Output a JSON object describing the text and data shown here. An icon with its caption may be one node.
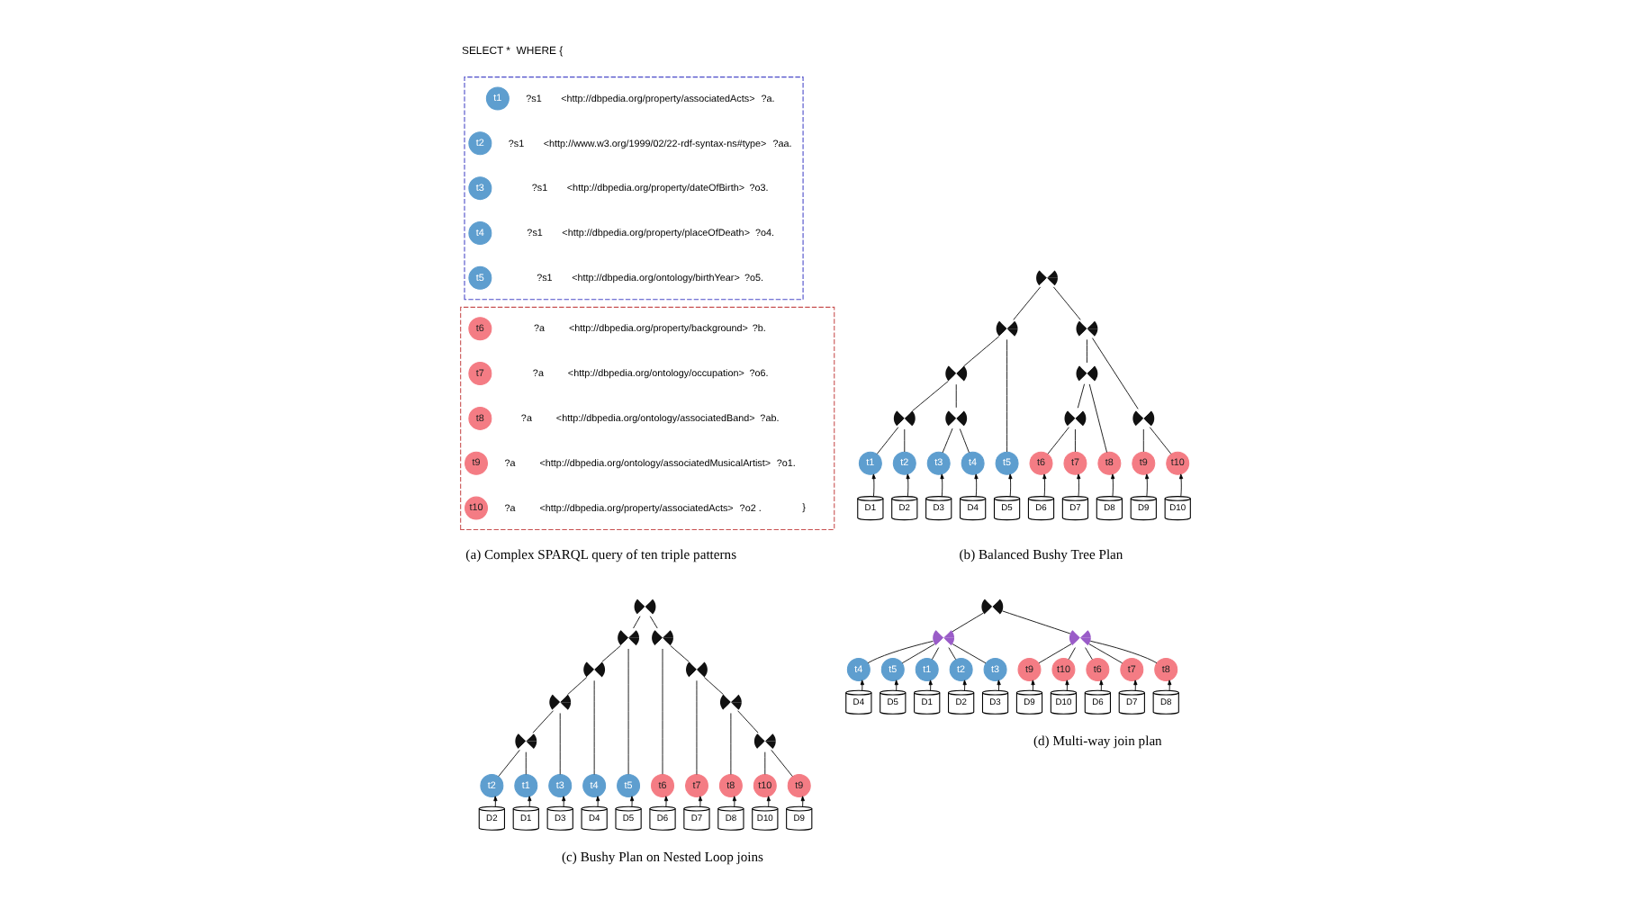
{
  "diagram": {
    "nodes": [
      {
        "text": [],
        "shape": "box"
      },
      {
        "text": [
          "t1"
        ],
        "in": 0,
        "beside": [
          "?s1",
          "<http://dbpedia.org/property/associatedActs>",
          "?a."
        ]
      },
      {
        "text": [
          "t2"
        ],
        "in": 0,
        "beside": [
          "?s1",
          "<http://www.w3.org/1999/02/22-rdf-syntax-ns#type>",
          "?aa."
        ]
      },
      {
        "text": [
          "t3"
        ],
        "in": 0,
        "beside": [
          "?s1",
          "<http://dbpedia.org/property/dateOfBirth>",
          "?o3."
        ]
      },
      {
        "text": [
          "t4"
        ],
        "in": 0,
        "beside": [
          "?s1",
          "<http://dbpedia.org/property/placeOfDeath>",
          "?o4."
        ]
      },
      {
        "text": [
          "t5"
        ],
        "in": 0,
        "beside": [
          "?s1",
          "<http://dbpedia.org/ontology/birthYear>",
          "?o5."
        ]
      },
      {
        "text": [],
        "shape": "box"
      },
      {
        "text": [
          "t6"
        ],
        "in": 6,
        "beside": [
          "?a",
          "<http://dbpedia.org/property/background>",
          "?b."
        ]
      },
      {
        "text": [
          "t7"
        ],
        "in": 6,
        "beside": [
          "?a",
          "<http://dbpedia.org/ontology/occupation>",
          "?o6."
        ]
      },
      {
        "text": [
          "t8"
        ],
        "in": 6,
        "beside": [
          "?a",
          "<http://dbpedia.org/ontology/associatedBand>",
          "?ab."
        ]
      },
      {
        "text": [
          "t9"
        ],
        "in": 6,
        "beside": [
          "?a",
          "<http://dbpedia.org/ontology/associatedMusicalArtist>",
          "?o1."
        ]
      },
      {
        "text": [
          "t10"
        ],
        "in": 6,
        "beside": [
          "?a",
          "<http://dbpedia.org/property/associatedActs>",
          "?o2 ."
        ]
      },
      {
        "text": [],
        "shape": "bowtie"
      },
      {
        "text": [],
        "shape": "bowtie"
      },
      {
        "text": [],
        "shape": "bowtie"
      },
      {
        "text": [],
        "shape": "bowtie"
      },
      {
        "text": [],
        "shape": "bowtie"
      },
      {
        "text": [],
        "shape": "bowtie"
      },
      {
        "text": [],
        "shape": "bowtie"
      },
      {
        "text": [],
        "shape": "bowtie"
      },
      {
        "text": [],
        "shape": "bowtie"
      },
      {
        "text": [
          "t1"
        ]
      },
      {
        "text": [
          "t2"
        ]
      },
      {
        "text": [
          "t3"
        ]
      },
      {
        "text": [
          "t4"
        ]
      },
      {
        "text": [
          "t5"
        ]
      },
      {
        "text": [
          "t6"
        ]
      },
      {
        "text": [
          "t7"
        ]
      },
      {
        "text": [
          "t8"
        ]
      },
      {
        "text": [
          "t9"
        ]
      },
      {
        "text": [
          "t10"
        ]
      },
      {
        "text": [
          "D1"
        ]
      },
      {
        "text": [
          "D2"
        ]
      },
      {
        "text": [
          "D3"
        ]
      },
      {
        "text": [
          "D4"
        ]
      },
      {
        "text": [
          "D5"
        ]
      },
      {
        "text": [
          "D6"
        ]
      },
      {
        "text": [
          "D7"
        ]
      },
      {
        "text": [
          "D8"
        ]
      },
      {
        "text": [
          "D9"
        ]
      },
      {
        "text": [
          "D10"
        ]
      },
      {
        "text": [],
        "shape": "bowtie"
      },
      {
        "text": [],
        "shape": "bowtie"
      },
      {
        "text": [],
        "shape": "bowtie"
      },
      {
        "text": [],
        "shape": "bowtie"
      },
      {
        "text": [],
        "shape": "bowtie"
      },
      {
        "text": [],
        "shape": "bowtie"
      },
      {
        "text": [],
        "shape": "bowtie"
      },
      {
        "text": [],
        "shape": "bowtie"
      },
      {
        "text": [],
        "shape": "bowtie"
      },
      {
        "text": [
          "t1"
        ]
      },
      {
        "text": [
          "t2"
        ]
      },
      {
        "text": [
          "t3"
        ]
      },
      {
        "text": [
          "t4"
        ]
      },
      {
        "text": [
          "t5"
        ]
      },
      {
        "text": [
          "t6"
        ]
      },
      {
        "text": [
          "t7"
        ]
      },
      {
        "text": [
          "t8"
        ]
      },
      {
        "text": [
          "t9"
        ]
      },
      {
        "text": [
          "t10"
        ]
      },
      {
        "text": [
          "D1"
        ]
      },
      {
        "text": [
          "D2"
        ]
      },
      {
        "text": [
          "D3"
        ]
      },
      {
        "text": [
          "D4"
        ]
      },
      {
        "text": [
          "D5"
        ]
      },
      {
        "text": [
          "D6"
        ]
      },
      {
        "text": [
          "D7"
        ]
      },
      {
        "text": [
          "D8"
        ]
      },
      {
        "text": [
          "D9"
        ]
      },
      {
        "text": [
          "D10"
        ]
      },
      {
        "text": [],
        "shape": "bowtie"
      },
      {
        "text": [],
        "shape": "bowtie"
      },
      {
        "text": [],
        "shape": "bowtie"
      },
      {
        "text": [
          "t1"
        ]
      },
      {
        "text": [
          "t2"
        ]
      },
      {
        "text": [
          "t3"
        ]
      },
      {
        "text": [
          "t4"
        ]
      },
      {
        "text": [
          "t5"
        ]
      },
      {
        "text": [
          "t6"
        ]
      },
      {
        "text": [
          "t7"
        ]
      },
      {
        "text": [
          "t8"
        ]
      },
      {
        "text": [
          "t9"
        ]
      },
      {
        "text": [
          "t10"
        ]
      },
      {
        "text": [
          "D1"
        ]
      },
      {
        "text": [
          "D2"
        ]
      },
      {
        "text": [
          "D3"
        ]
      },
      {
        "text": [
          "D4"
        ]
      },
      {
        "text": [
          "D5"
        ]
      },
      {
        "text": [
          "D6"
        ]
      },
      {
        "text": [
          "D7"
        ]
      },
      {
        "text": [
          "D8"
        ]
      },
      {
        "text": [
          "D9"
        ]
      },
      {
        "text": [
          "D10"
        ]
      }
    ],
    "edges": [
      {
        "from": 12,
        "to": 13,
        "arrow": "none"
      },
      {
        "from": 12,
        "to": 14,
        "arrow": "none"
      },
      {
        "from": 13,
        "to": 15,
        "arrow": "none"
      },
      {
        "from": 13,
        "to": 25,
        "arrow": "none"
      },
      {
        "from": 14,
        "to": 16,
        "arrow": "none"
      },
      {
        "from": 14,
        "to": 20,
        "arrow": "none"
      },
      {
        "from": 15,
        "to": 17,
        "arrow": "none"
      },
      {
        "from": 15,
        "to": 18,
        "arrow": "none"
      },
      {
        "from": 16,
        "to": 19,
        "arrow": "none"
      },
      {
        "from": 16,
        "to": 28,
        "arrow": "none"
      },
      {
        "from": 17,
        "to": 21,
        "arrow": "none"
      },
      {
        "from": 17,
        "to": 22,
        "arrow": "none"
      },
      {
        "from": 18,
        "to": 23,
        "arrow": "none"
      },
      {
        "from": 18,
        "to": 24,
        "arrow": "none"
      },
      {
        "from": 19,
        "to": 26,
        "arrow": "none"
      },
      {
        "from": 19,
        "to": 27,
        "arrow": "none"
      },
      {
        "from": 20,
        "to": 29,
        "arrow": "none"
      },
      {
        "from": 20,
        "to": 30,
        "arrow": "none"
      },
      {
        "from": 31,
        "to": 21,
        "arrow": "to"
      },
      {
        "from": 32,
        "to": 22,
        "arrow": "to"
      },
      {
        "from": 33,
        "to": 23,
        "arrow": "to"
      },
      {
        "from": 34,
        "to": 24,
        "arrow": "to"
      },
      {
        "from": 35,
        "to": 25,
        "arrow": "to"
      },
      {
        "from": 36,
        "to": 26,
        "arrow": "to"
      },
      {
        "from": 37,
        "to": 27,
        "arrow": "to"
      },
      {
        "from": 38,
        "to": 28,
        "arrow": "to"
      },
      {
        "from": 39,
        "to": 29,
        "arrow": "to"
      },
      {
        "from": 40,
        "to": 30,
        "arrow": "to"
      },
      {
        "from": 41,
        "to": 42,
        "arrow": "none"
      },
      {
        "from": 41,
        "to": 43,
        "arrow": "none"
      },
      {
        "from": 42,
        "to": 44,
        "arrow": "none"
      },
      {
        "from": 42,
        "to": 54,
        "arrow": "none"
      },
      {
        "from": 43,
        "to": 55,
        "arrow": "none"
      },
      {
        "from": 43,
        "to": 45,
        "arrow": "none"
      },
      {
        "from": 44,
        "to": 46,
        "arrow": "none"
      },
      {
        "from": 44,
        "to": 53,
        "arrow": "none"
      },
      {
        "from": 45,
        "to": 56,
        "arrow": "none"
      },
      {
        "from": 45,
        "to": 47,
        "arrow": "none"
      },
      {
        "from": 46,
        "to": 48,
        "arrow": "none"
      },
      {
        "from": 46,
        "to": 52,
        "arrow": "none"
      },
      {
        "from": 47,
        "to": 57,
        "arrow": "none"
      },
      {
        "from": 47,
        "to": 49,
        "arrow": "none"
      },
      {
        "from": 48,
        "to": 50,
        "arrow": "none"
      },
      {
        "from": 48,
        "to": 51,
        "arrow": "none"
      },
      {
        "from": 49,
        "to": 58,
        "arrow": "none"
      },
      {
        "from": 49,
        "to": 59,
        "arrow": "none"
      },
      {
        "from": 60,
        "to": 50,
        "arrow": "to"
      },
      {
        "from": 61,
        "to": 51,
        "arrow": "to"
      },
      {
        "from": 62,
        "to": 52,
        "arrow": "to"
      },
      {
        "from": 63,
        "to": 53,
        "arrow": "to"
      },
      {
        "from": 64,
        "to": 54,
        "arrow": "to"
      },
      {
        "from": 65,
        "to": 55,
        "arrow": "to"
      },
      {
        "from": 66,
        "to": 56,
        "arrow": "to"
      },
      {
        "from": 67,
        "to": 57,
        "arrow": "to"
      },
      {
        "from": 68,
        "to": 58,
        "arrow": "to"
      },
      {
        "from": 69,
        "to": 59,
        "arrow": "to"
      },
      {
        "from": 70,
        "to": 71,
        "arrow": "none"
      },
      {
        "from": 70,
        "to": 72,
        "arrow": "none"
      },
      {
        "from": 71,
        "to": 73,
        "arrow": "none"
      },
      {
        "from": 71,
        "to": 74,
        "arrow": "none"
      },
      {
        "from": 71,
        "to": 75,
        "arrow": "none"
      },
      {
        "from": 71,
        "to": 76,
        "arrow": "none"
      },
      {
        "from": 71,
        "to": 77,
        "arrow": "none"
      },
      {
        "from": 72,
        "to": 78,
        "arrow": "none"
      },
      {
        "from": 72,
        "to": 79,
        "arrow": "none"
      },
      {
        "from": 72,
        "to": 80,
        "arrow": "none"
      },
      {
        "from": 72,
        "to": 81,
        "arrow": "none"
      },
      {
        "from": 72,
        "to": 82,
        "arrow": "none"
      },
      {
        "from": 83,
        "to": 73,
        "arrow": "to"
      },
      {
        "from": 84,
        "to": 74,
        "arrow": "to"
      },
      {
        "from": 85,
        "to": 75,
        "arrow": "to"
      },
      {
        "from": 86,
        "to": 76,
        "arrow": "to"
      },
      {
        "from": 87,
        "to": 77,
        "arrow": "to"
      },
      {
        "from": 88,
        "to": 78,
        "arrow": "to"
      },
      {
        "from": 89,
        "to": 79,
        "arrow": "to"
      },
      {
        "from": 90,
        "to": 80,
        "arrow": "to"
      },
      {
        "from": 91,
        "to": 81,
        "arrow": "to"
      },
      {
        "from": 92,
        "to": 82,
        "arrow": "to"
      }
    ],
    "labels": [
      "SELECT *  WHERE {",
      "}",
      "(a) Complex SPARQL query of ten triple patterns",
      "(b) Balanced Bushy Tree Plan",
      "(c) Bushy Plan on Nested Loop joins",
      "(d) Multi-way join plan"
    ]
  }
}
